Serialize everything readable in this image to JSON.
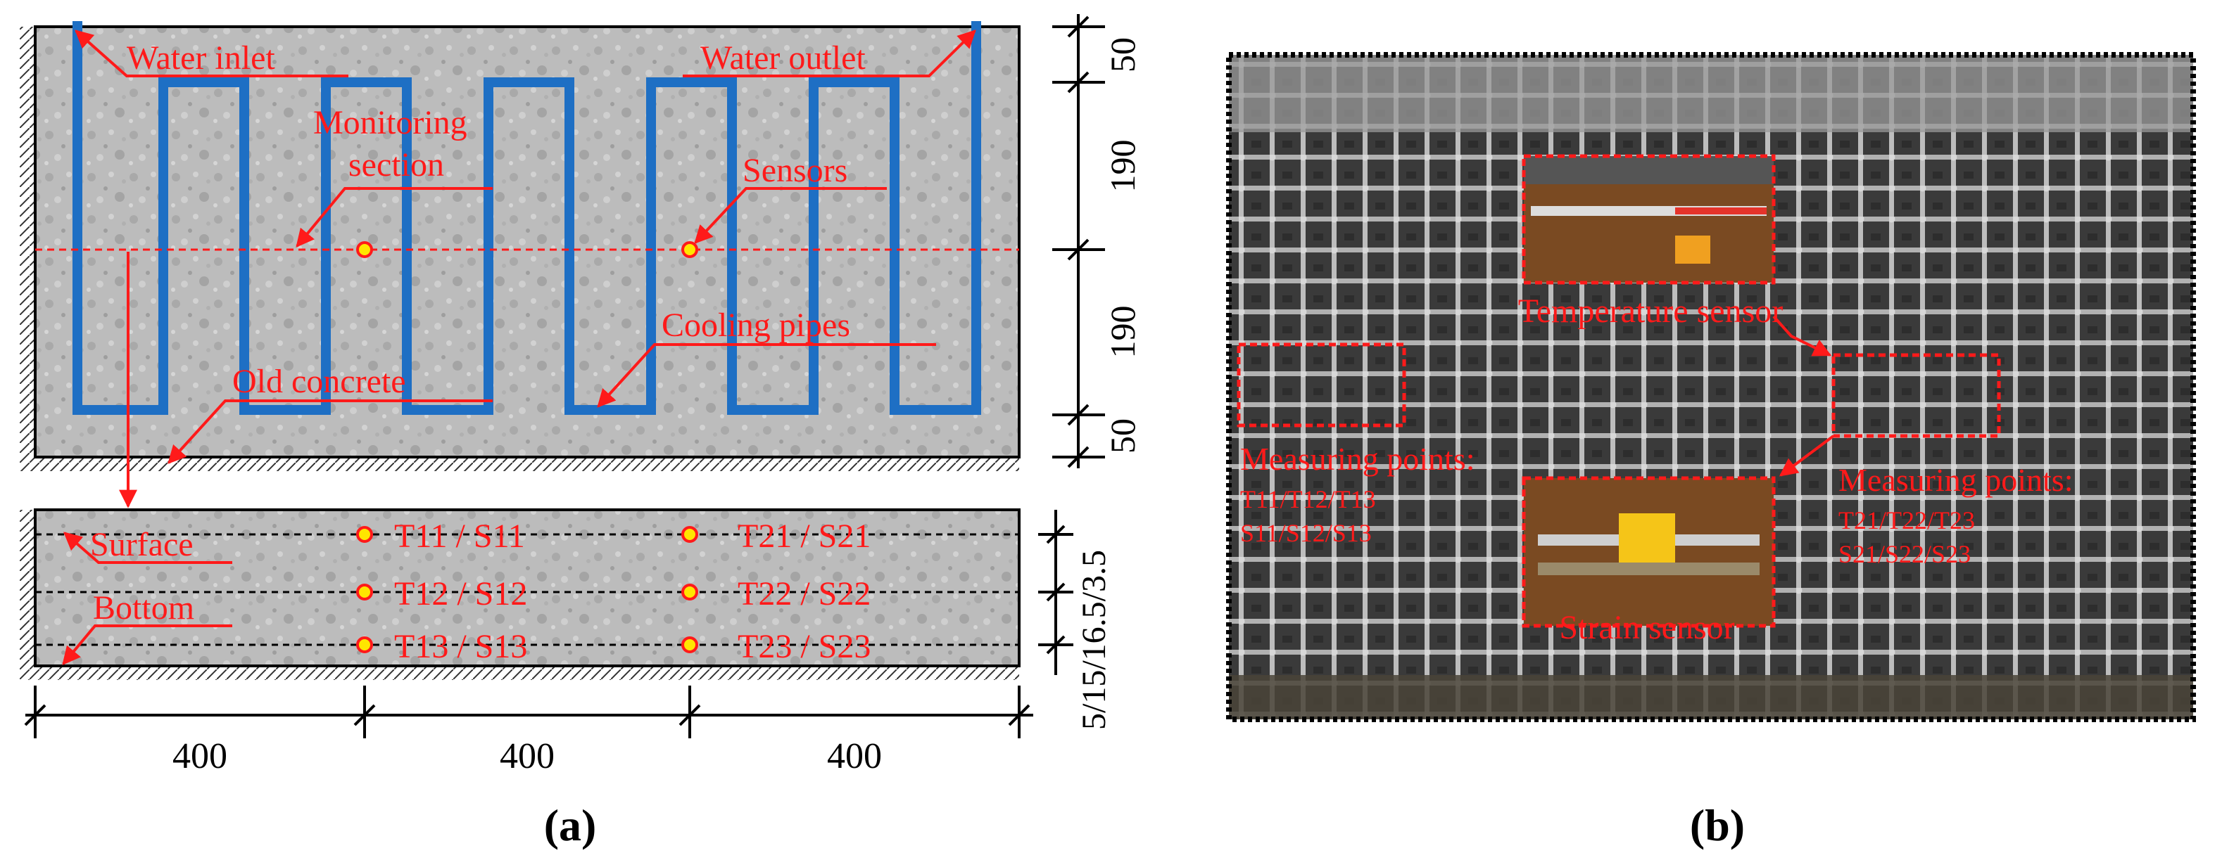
{
  "panel_a": {
    "caption": "(a)",
    "top": {
      "water_inlet": "Water inlet",
      "water_outlet": "Water outlet",
      "monitoring_section_line1": "Monitoring",
      "monitoring_section_line2": "section",
      "sensors": "Sensors",
      "cooling_pipes": "Cooling pipes",
      "old_concrete": "Old concrete",
      "dims": [
        "50",
        "190",
        "190",
        "50"
      ]
    },
    "bottom": {
      "surface": "Surface",
      "bottom": "Bottom",
      "points": [
        [
          "T11 / S11",
          "T21 / S21"
        ],
        [
          "T12 / S12",
          "T22 / S22"
        ],
        [
          "T13 / S13",
          "T23 / S23"
        ]
      ],
      "side_dims": "5/15/16.5/3.5"
    },
    "horizontal_dims": [
      "400",
      "400",
      "400"
    ],
    "colors": {
      "pipe": "#1e6fc4",
      "annotation": "#ff1a1a",
      "sensor_fill": "#ffe600",
      "concrete": "#b9b9b9"
    }
  },
  "panel_b": {
    "caption": "(b)",
    "temperature_sensor": "Temperature sensor",
    "strain_sensor": "Strain sensor",
    "left_points_title": "Measuring points:",
    "left_points_line1": "T11/T12/T13",
    "left_points_line2": "S11/S12/S13",
    "right_points_title": "Measuring points:",
    "right_points_line1": "T21/T22/T23",
    "right_points_line2": "S21/S22/S23"
  }
}
